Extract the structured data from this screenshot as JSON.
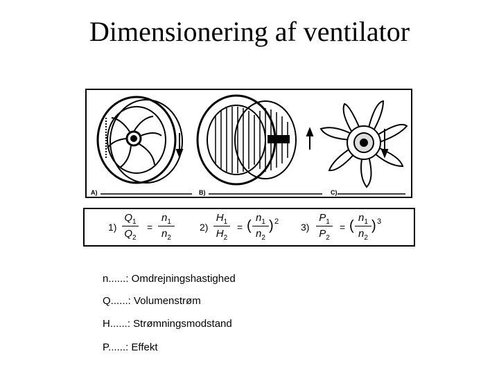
{
  "slide": {
    "title": "Dimensionering af ventilator"
  },
  "figure": {
    "labels": [
      "A)",
      "B)",
      "C)"
    ]
  },
  "formulas": [
    {
      "num": "1)",
      "left_top": "Q",
      "left_top_sub": "1",
      "left_bot": "Q",
      "left_bot_sub": "2",
      "op": "=",
      "right_top": "n",
      "right_top_sub": "1",
      "right_bot": "n",
      "right_bot_sub": "2",
      "exponent": ""
    },
    {
      "num": "2)",
      "left_top": "H",
      "left_top_sub": "1",
      "left_bot": "H",
      "left_bot_sub": "2",
      "op": "=",
      "right_top": "n",
      "right_top_sub": "1",
      "right_bot": "n",
      "right_bot_sub": "2",
      "exponent": "2"
    },
    {
      "num": "3)",
      "left_top": "P",
      "left_top_sub": "1",
      "left_bot": "P",
      "left_bot_sub": "2",
      "op": "=",
      "right_top": "n",
      "right_top_sub": "1",
      "right_bot": "n",
      "right_bot_sub": "2",
      "exponent": "3"
    }
  ],
  "legend": [
    "n......: Omdrejningshastighed",
    "Q......: Volumenstrøm",
    "H......: Strømningsmodstand",
    "P......: Effekt"
  ]
}
